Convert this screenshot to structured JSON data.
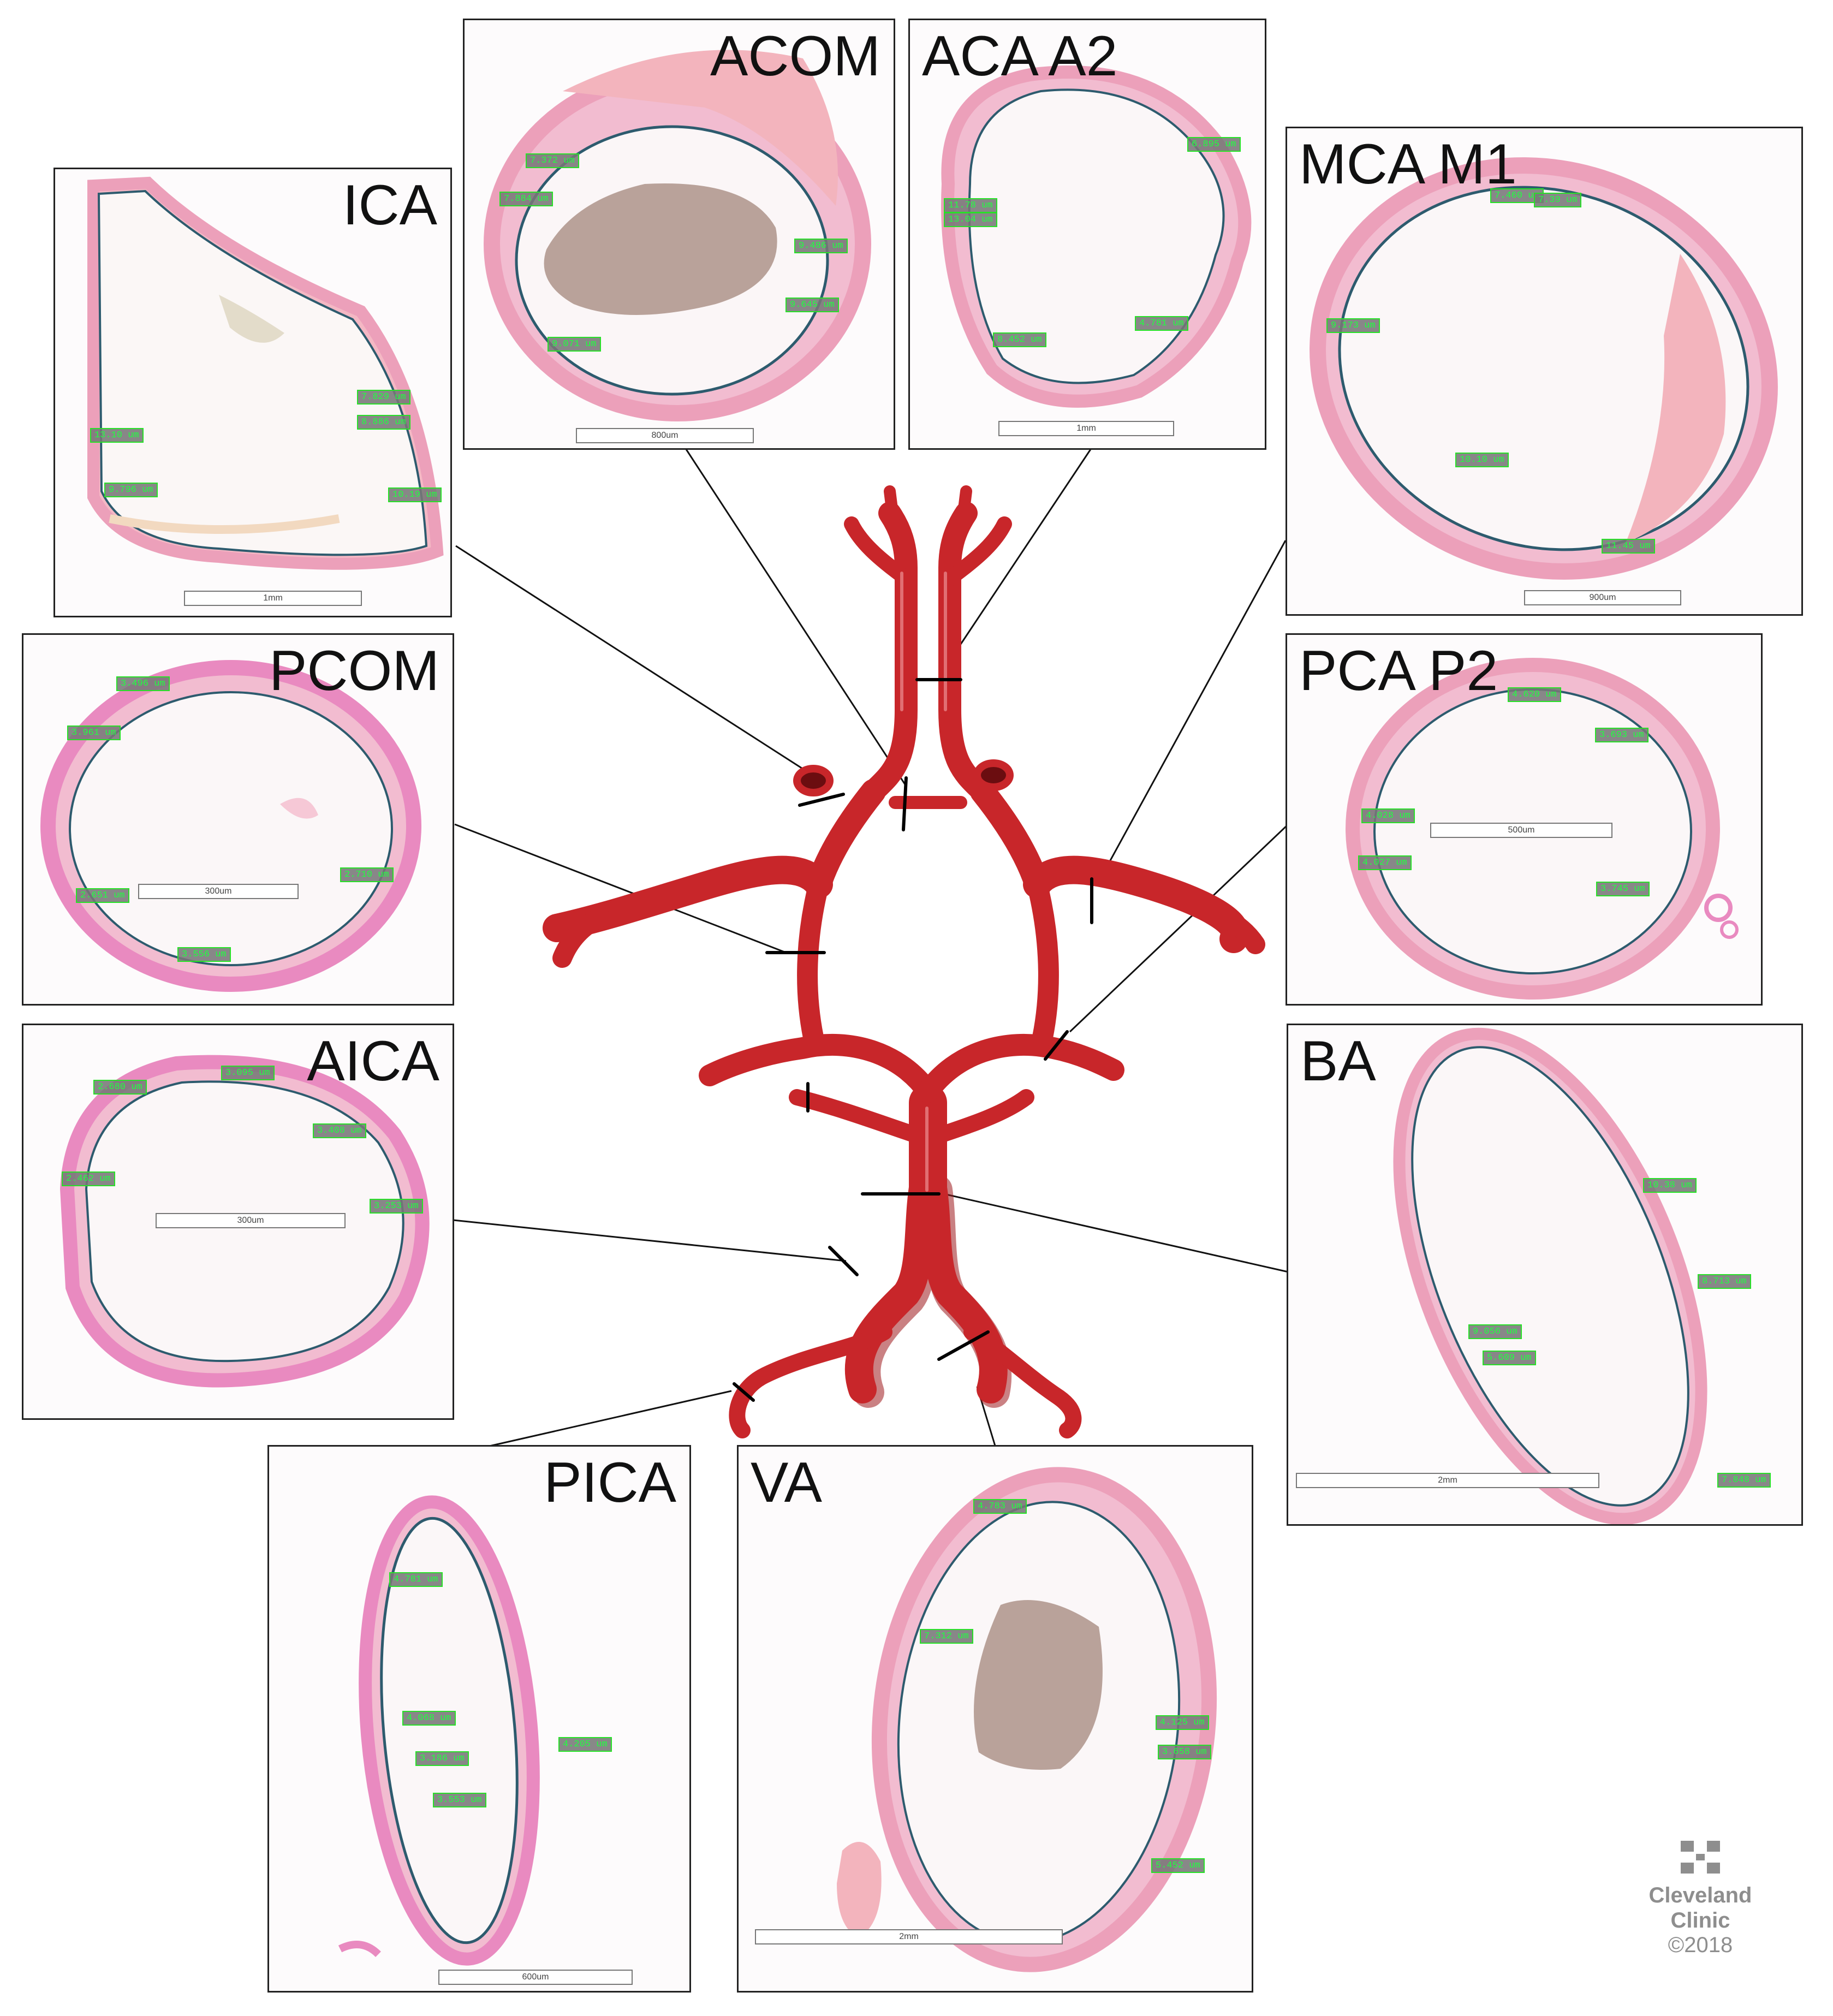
{
  "panels": {
    "ica": {
      "title": "ICA",
      "scale": "1mm",
      "measurements": [
        "7.829 um",
        "8.886 um",
        "13.10 um",
        "9.796 um",
        "10.19 um"
      ]
    },
    "acom": {
      "title": "ACOM",
      "scale": "800um",
      "measurements": [
        "7.372 um",
        "7.884 um",
        "9.486 um",
        "9.645 um",
        "9.071 um"
      ]
    },
    "aca_a2": {
      "title": "ACA A2",
      "scale": "1mm",
      "measurements": [
        "6.895 um",
        "11.78 um",
        "13.04 um",
        "8.452 um",
        "4.781 um"
      ]
    },
    "mca_m1": {
      "title": "MCA M1",
      "scale": "900um",
      "measurements": [
        "7.460 um",
        "7.39 um",
        "9.173 um",
        "10.10 um",
        "11.45 um"
      ]
    },
    "pcom": {
      "title": "PCOM",
      "scale": "300um",
      "measurements": [
        "3.496 um",
        "3.961 um",
        "2.651 um",
        "2.710 um",
        "3.556 um"
      ]
    },
    "pca_p2": {
      "title": "PCA P2",
      "scale": "500um",
      "measurements": [
        "4.620 um",
        "3.693 um",
        "4.028 um",
        "4.027 um",
        "3.745 um"
      ]
    },
    "aica": {
      "title": "AICA",
      "scale": "300um",
      "measurements": [
        "2.680 um",
        "3.095 um",
        "3.408 um",
        "2.462 um",
        "3.253 um"
      ]
    },
    "ba": {
      "title": "BA",
      "scale": "2mm",
      "measurements": [
        "10.38 um",
        "8.713 um",
        "9.056 um",
        "5.609 um",
        "7.848 um"
      ]
    },
    "pica": {
      "title": "PICA",
      "scale": "600um",
      "measurements": [
        "4.781 um",
        "4.068 um",
        "3.186 um",
        "3.553 um",
        "4.205 um"
      ]
    },
    "va": {
      "title": "VA",
      "scale": "2mm",
      "measurements": [
        "4.783 um",
        "7.312 um",
        "4.125 um",
        "3.658 um",
        "5.452 um"
      ]
    }
  },
  "logo": {
    "line1": "Cleveland",
    "line2": "Clinic",
    "copyright": "©2018"
  },
  "colors": {
    "artery": "#c8262a",
    "artery_shadow": "#9e1a1d",
    "tissue_pink": "#eea7cf",
    "tissue_inner": "#f6d2e4",
    "intima_line": "#2d5b6e",
    "measure_green": "#28e028",
    "thrombus": "#b9a29a",
    "media_cream": "#f2d9c0"
  }
}
